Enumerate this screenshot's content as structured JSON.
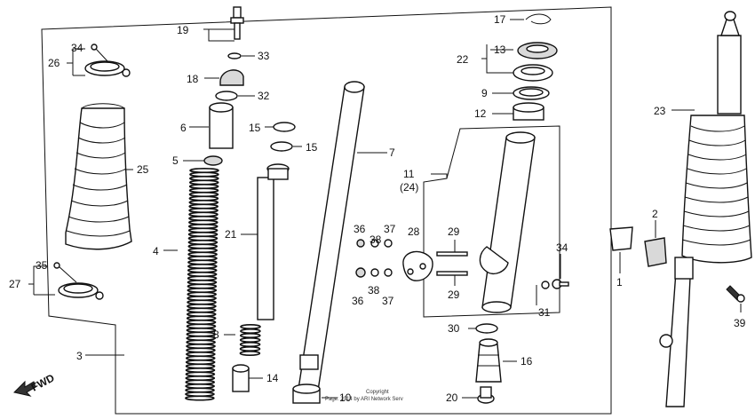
{
  "diagram": {
    "labels": {
      "l1": "1",
      "l2": "2",
      "l3": "3",
      "l4": "4",
      "l5": "5",
      "l6": "6",
      "l7": "7",
      "l8": "8",
      "l9": "9",
      "l10": "10",
      "l11": "11",
      "l11b": "(24)",
      "l12": "12",
      "l13": "13",
      "l14": "14",
      "l15a": "15",
      "l15b": "15",
      "l16": "16",
      "l17": "17",
      "l18": "18",
      "l19": "19",
      "l20": "20",
      "l21": "21",
      "l22": "22",
      "l23": "23",
      "l25": "25",
      "l26": "26",
      "l27": "27",
      "l28": "28",
      "l29a": "29",
      "l29b": "29",
      "l30": "30",
      "l31": "31",
      "l32": "32",
      "l33": "33",
      "l34a": "34",
      "l34b": "34",
      "l35": "35",
      "l36a": "36",
      "l36b": "36",
      "l37a": "37",
      "l37b": "37",
      "l38a": "38",
      "l38b": "38",
      "l39": "39"
    },
    "fwd": "FWD",
    "copyright_line1": "Copyright",
    "copyright_line2": "Page: 2014 by ARI Network Serv"
  }
}
